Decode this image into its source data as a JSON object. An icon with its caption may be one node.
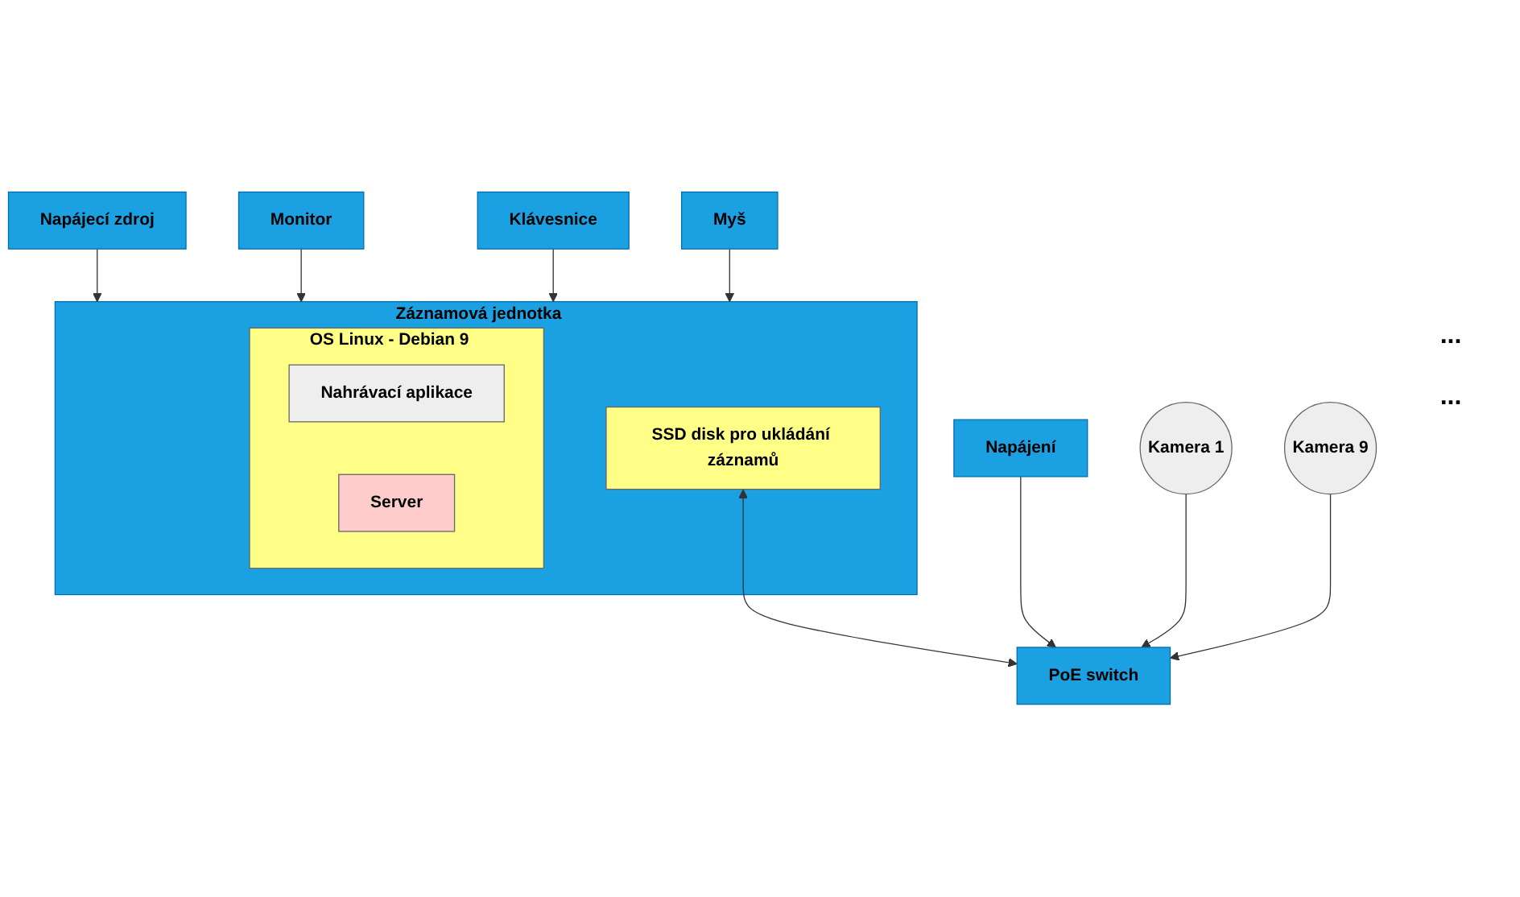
{
  "diagram": {
    "nodes": [
      {
        "text": [
          "Napájecí zdroj"
        ]
      },
      {
        "text": [
          "Záznamová jednotka"
        ]
      },
      {
        "text": [
          "OS Linux - Debian 9"
        ],
        "in": 1
      },
      {
        "text": [
          "Nahrávací aplikace"
        ],
        "in": 2
      },
      {
        "text": [
          "Server"
        ],
        "in": 2
      },
      {
        "text": [
          "SSD disk pro ukládání záznamů"
        ],
        "in": 1
      },
      {
        "text": [
          "Napájení"
        ]
      },
      {
        "text": [
          "PoE switch"
        ]
      },
      {
        "text": [
          "Monitor"
        ]
      },
      {
        "text": [
          "Klávesnice"
        ]
      },
      {
        "text": [
          "Myš"
        ]
      },
      {
        "text": [
          "Kamera 1"
        ]
      },
      {
        "text": [
          "Kamera 9"
        ]
      }
    ],
    "edges": [
      {
        "from": 0,
        "to": 1,
        "arrow": "to"
      },
      {
        "from": 5,
        "to": 7,
        "arrow": "both"
      },
      {
        "from": 6,
        "to": 7,
        "arrow": "to"
      },
      {
        "from": 8,
        "to": 1,
        "arrow": "to"
      },
      {
        "from": 9,
        "to": 1,
        "arrow": "to"
      },
      {
        "from": 10,
        "to": 1,
        "arrow": "to"
      },
      {
        "from": 11,
        "to": 7,
        "arrow": "to"
      },
      {
        "from": 12,
        "to": 7,
        "arrow": "to"
      }
    ],
    "labels": [
      "...",
      "..."
    ]
  }
}
